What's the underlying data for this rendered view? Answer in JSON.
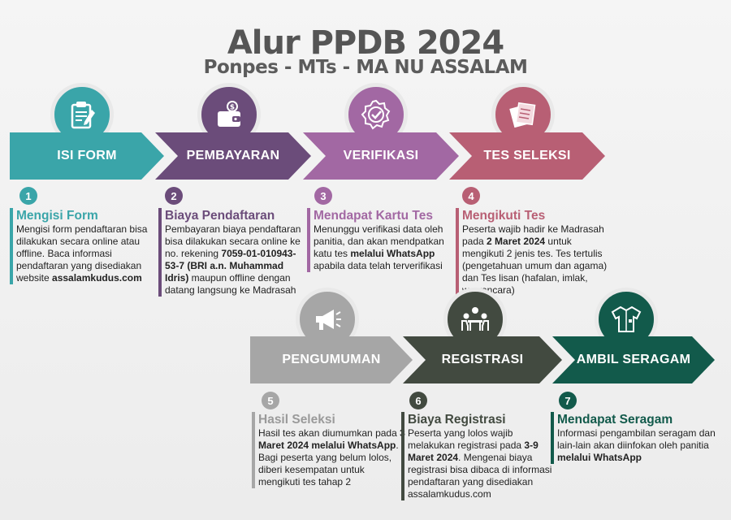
{
  "header": {
    "title": "Alur PPDB 2024",
    "subtitle": "Ponpes - MTs - MA NU ASSALAM"
  },
  "colors": {
    "step1": "#3aa5a9",
    "step2": "#6b4c7a",
    "step3": "#a268a3",
    "step4": "#b85f74",
    "step5": "#a6a6a6",
    "step6": "#424a40",
    "step7": "#125a4b"
  },
  "steps": [
    {
      "number": "1",
      "chevron_label": "ISI FORM",
      "icon": "clipboard-form-icon",
      "heading": "Mengisi Form",
      "desc_a": "Mengisi form pendaftaran bisa dilakukan secara online atau offline. Baca informasi pendaftaran yang disediakan website ",
      "desc_b": "assalamkudus.com",
      "desc_c": ""
    },
    {
      "number": "2",
      "chevron_label": "PEMBAYARAN",
      "icon": "wallet-icon",
      "heading": "Biaya Pendaftaran",
      "desc_a": "Pembayaran biaya pendaftaran bisa dilakukan secara online ke no. rekening ",
      "desc_b": "7059-01-010943-53-7 (BRI a.n. Muhammad Idris)",
      "desc_c": " maupun offline dengan datang langsung ke Madrasah"
    },
    {
      "number": "3",
      "chevron_label": "VERIFIKASI",
      "icon": "verified-badge-icon",
      "heading": "Mendapat Kartu Tes",
      "desc_a": "Menunggu verifikasi data oleh panitia, dan akan mendpatkan katu tes ",
      "desc_b": "melalui WhatsApp",
      "desc_c": " apabila data telah terverifikasi"
    },
    {
      "number": "4",
      "chevron_label": "TES SELEKSI",
      "icon": "test-papers-icon",
      "heading": "Mengikuti Tes",
      "desc_a": "Peserta wajib hadir ke Madrasah pada ",
      "desc_b": "2 Maret 2024",
      "desc_c": " untuk mengikuti 2 jenis tes. Tes tertulis (pengetahuan umum dan agama) dan Tes lisan (hafalan, imlak, wawancara)"
    },
    {
      "number": "5",
      "chevron_label": "PENGUMUMAN",
      "icon": "megaphone-icon",
      "heading": "Hasil Seleksi",
      "desc_a": "Hasil tes akan diumumkan pada ",
      "desc_b": "3 Maret 2024 melalui WhatsApp",
      "desc_c": ". Bagi peserta yang belum lolos, diberi kesempatan untuk mengikuti tes tahap 2"
    },
    {
      "number": "6",
      "chevron_label": "REGISTRASI",
      "icon": "meeting-table-icon",
      "heading": "Biaya Registrasi",
      "desc_a": "Peserta yang lolos wajib melakukan registrasi pada ",
      "desc_b": "3-9 Maret 2024",
      "desc_c": ". Mengenai biaya registrasi bisa dibaca di informasi pendaftaran yang disediakan assalamkudus.com"
    },
    {
      "number": "7",
      "chevron_label": "AMBIL SERAGAM",
      "icon": "uniform-shirt-icon",
      "heading": "Mendapat Seragam",
      "desc_a": "Informasi pengambilan seragam dan lain-lain akan diinfokan oleh panitia ",
      "desc_b": "melalui WhatsApp",
      "desc_c": ""
    }
  ]
}
